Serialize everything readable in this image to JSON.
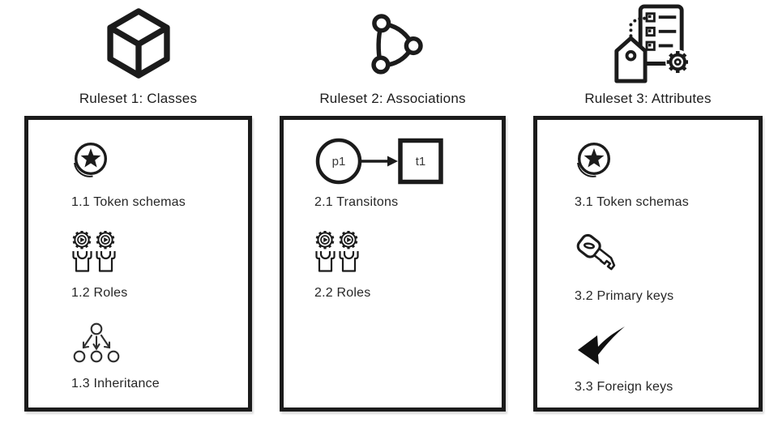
{
  "page": {
    "background": "#ffffff",
    "ink": "#1b1b1b",
    "text_color": "#262626"
  },
  "columns": [
    {
      "id": "ruleset-1",
      "header_icon": "cube-icon",
      "title": "Ruleset 1: Classes",
      "items": [
        {
          "icon": "token-coin-icon",
          "label": "1.1 Token schemas"
        },
        {
          "icon": "roles-icon",
          "label": "1.2 Roles"
        },
        {
          "icon": "inheritance-icon",
          "label": "1.3 Inheritance"
        }
      ]
    },
    {
      "id": "ruleset-2",
      "header_icon": "network-icon",
      "title": "Ruleset 2: Associations",
      "items": [
        {
          "icon": "petri-net-icon",
          "label": "2.1 Transitons"
        },
        {
          "icon": "roles-icon",
          "label": "2.2 Roles"
        }
      ]
    },
    {
      "id": "ruleset-3",
      "header_icon": "attributes-icon",
      "title": "Ruleset 3: Attributes",
      "items": [
        {
          "icon": "token-coin-icon",
          "label": "3.1 Token schemas"
        },
        {
          "icon": "key-icon",
          "label": "3.2 Primary keys"
        },
        {
          "icon": "curved-arrow-icon",
          "label": "3.3 Foreign keys"
        }
      ]
    }
  ],
  "petri_net": {
    "place_label": "p1",
    "transition_label": "t1"
  }
}
